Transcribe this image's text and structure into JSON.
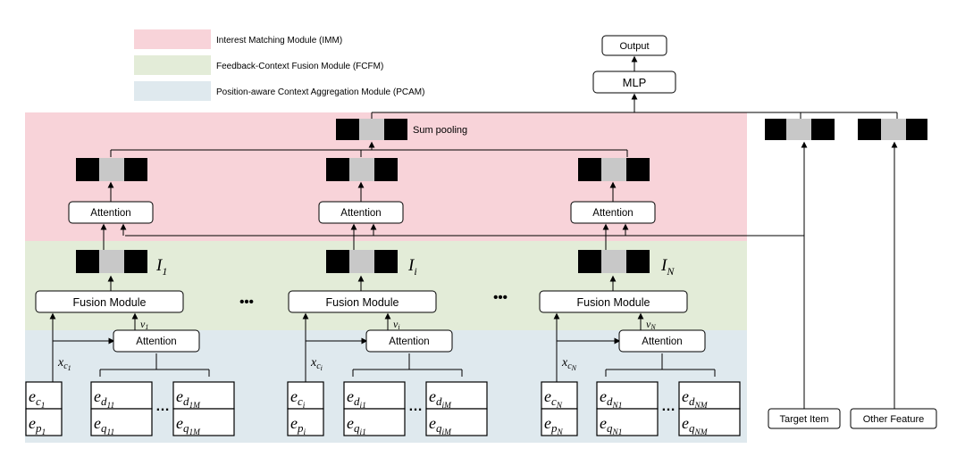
{
  "legend": [
    {
      "label": "Interest Matching Module (IMM)",
      "color": "#f8d3d9"
    },
    {
      "label": "Feedback-Context Fusion Module (FCFM)",
      "color": "#e3ecd8"
    },
    {
      "label": "Position-aware Context  Aggregation Module (PCAM)",
      "color": "#dfe9ee"
    }
  ],
  "top": {
    "output_label": "Output",
    "mlp_label": "MLP",
    "sum_pooling_label": "Sum pooling"
  },
  "columns": [
    {
      "attention_label": "Attention",
      "interest": "I",
      "interest_sub": "1",
      "fusion_label": "Fusion Module",
      "v": "v",
      "v_sub": "1",
      "xc": "x",
      "xc_sub": "c",
      "xc_subsub": "1",
      "pcam_attention_label": "Attention",
      "ec_sub": "c",
      "ec_subsub": "1",
      "ep_sub": "p",
      "ep_subsub": "1",
      "ed1_sub": "d",
      "ed1_subsub": "11",
      "eq1_sub": "q",
      "eq1_subsub": "11",
      "edM_sub": "d",
      "edM_subsub": "1M",
      "eqM_sub": "q",
      "eqM_subsub": "1M"
    },
    {
      "attention_label": "Attention",
      "interest": "I",
      "interest_sub": "i",
      "fusion_label": "Fusion Module",
      "v": "v",
      "v_sub": "i",
      "xc": "x",
      "xc_sub": "c",
      "xc_subsub": "i",
      "pcam_attention_label": "Attention",
      "ec_sub": "c",
      "ec_subsub": "i",
      "ep_sub": "p",
      "ep_subsub": "i",
      "ed1_sub": "d",
      "ed1_subsub": "i1",
      "eq1_sub": "q",
      "eq1_subsub": "i1",
      "edM_sub": "d",
      "edM_subsub": "iM",
      "eqM_sub": "q",
      "eqM_subsub": "iM"
    },
    {
      "attention_label": "Attention",
      "interest": "I",
      "interest_sub": "N",
      "fusion_label": "Fusion Module",
      "v": "v",
      "v_sub": "N",
      "xc": "x",
      "xc_sub": "c",
      "xc_subsub": "N",
      "pcam_attention_label": "Attention",
      "ec_sub": "c",
      "ec_subsub": "N",
      "ep_sub": "p",
      "ep_subsub": "N",
      "ed1_sub": "d",
      "ed1_subsub": "N1",
      "eq1_sub": "q",
      "eq1_subsub": "N1",
      "edM_sub": "d",
      "edM_subsub": "NM",
      "eqM_sub": "q",
      "eqM_subsub": "NM"
    }
  ],
  "symbols": {
    "e": "e",
    "ellipsis": "…",
    "big_ellipsis": "•••"
  },
  "side": {
    "target_item_label": "Target Item",
    "other_feature_label": "Other Feature"
  }
}
